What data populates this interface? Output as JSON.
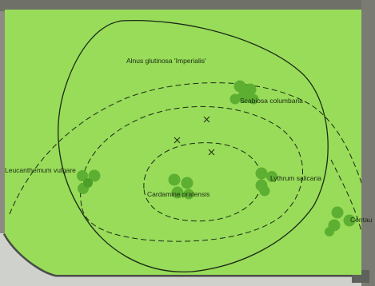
{
  "plan": {
    "tree_label": "Alnus glutinosa 'Imperialis'",
    "plants": [
      {
        "label": "Scabiosa columbaria"
      },
      {
        "label": "Leucanthemum vulgare"
      },
      {
        "label": "Cardamine pratensis"
      },
      {
        "label": "Lythrum salicaria"
      },
      {
        "label": "Centau"
      }
    ],
    "markers": [
      "x",
      "x",
      "x"
    ],
    "colors": {
      "lawn": "#98dc5a",
      "plant": "#5daf32",
      "plant_dark": "#3f8a22",
      "background": "#8b8b82",
      "path": "#cfd2cc",
      "edge": "#4b4d49"
    }
  }
}
